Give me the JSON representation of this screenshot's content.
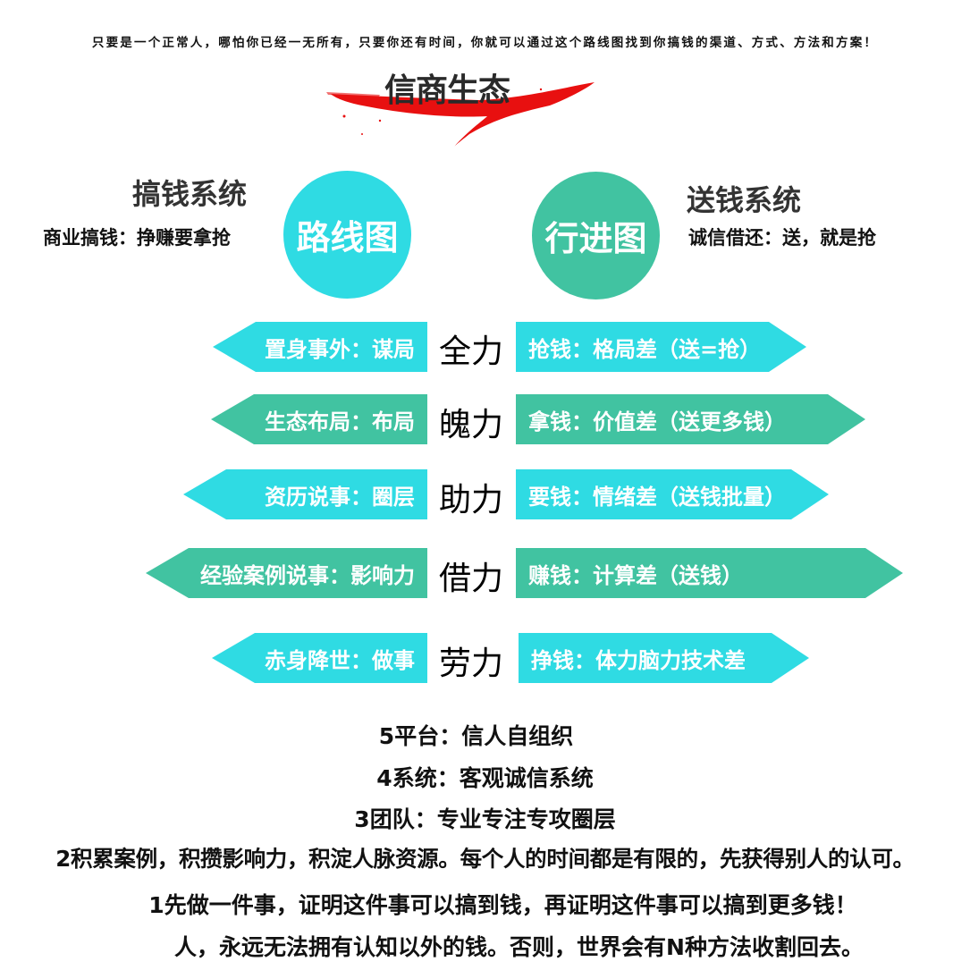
{
  "header": {
    "tagline": "只要是一个正常人，哪怕你已经一无所有，只要你还有时间，你就可以通过这个路线图找到你搞钱的渠道、方式、方法和方案！",
    "brand_title": "信商生态",
    "brush_color": "#e81010"
  },
  "left_system": {
    "title": "搞钱系统",
    "subtitle": "商业搞钱：挣赚要拿抢",
    "circle_label": "路线图",
    "circle_color": "#2fdbe3"
  },
  "right_system": {
    "title": "送钱系统",
    "subtitle": "诚信借还：送，就是抢",
    "circle_label": "行进图",
    "circle_color": "#41c3a1"
  },
  "rows": [
    {
      "left": "置身事外：谋局",
      "center": "全力",
      "right": "抢钱：格局差（送=抢）",
      "color": "cyan"
    },
    {
      "left": "生态布局：布局",
      "center": "魄力",
      "right": "拿钱：价值差（送更多钱）",
      "color": "green"
    },
    {
      "left": "资历说事：圈层",
      "center": "助力",
      "right": "要钱：情绪差（送钱批量）",
      "color": "cyan"
    },
    {
      "left": "经验案例说事：影响力",
      "center": "借力",
      "right": "赚钱：计算差（送钱）",
      "color": "green"
    },
    {
      "left": "赤身降世：做事",
      "center": "劳力",
      "right": "挣钱：体力脑力技术差",
      "color": "cyan"
    }
  ],
  "levels": [
    "5平台：信人自组织",
    "4系统：客观诚信系统",
    "3团队：专业专注专攻圈层",
    "2积累案例，积攒影响力，积淀人脉资源。每个人的时间都是有限的，先获得别人的认可。",
    "1先做一件事，证明这件事可以搞到钱，再证明这件事可以搞到更多钱！"
  ],
  "footer": "人，永远无法拥有认知以外的钱。否则，世界会有N种方法收割回去。",
  "colors": {
    "cyan": "#2fdbe3",
    "green": "#41c3a1"
  }
}
